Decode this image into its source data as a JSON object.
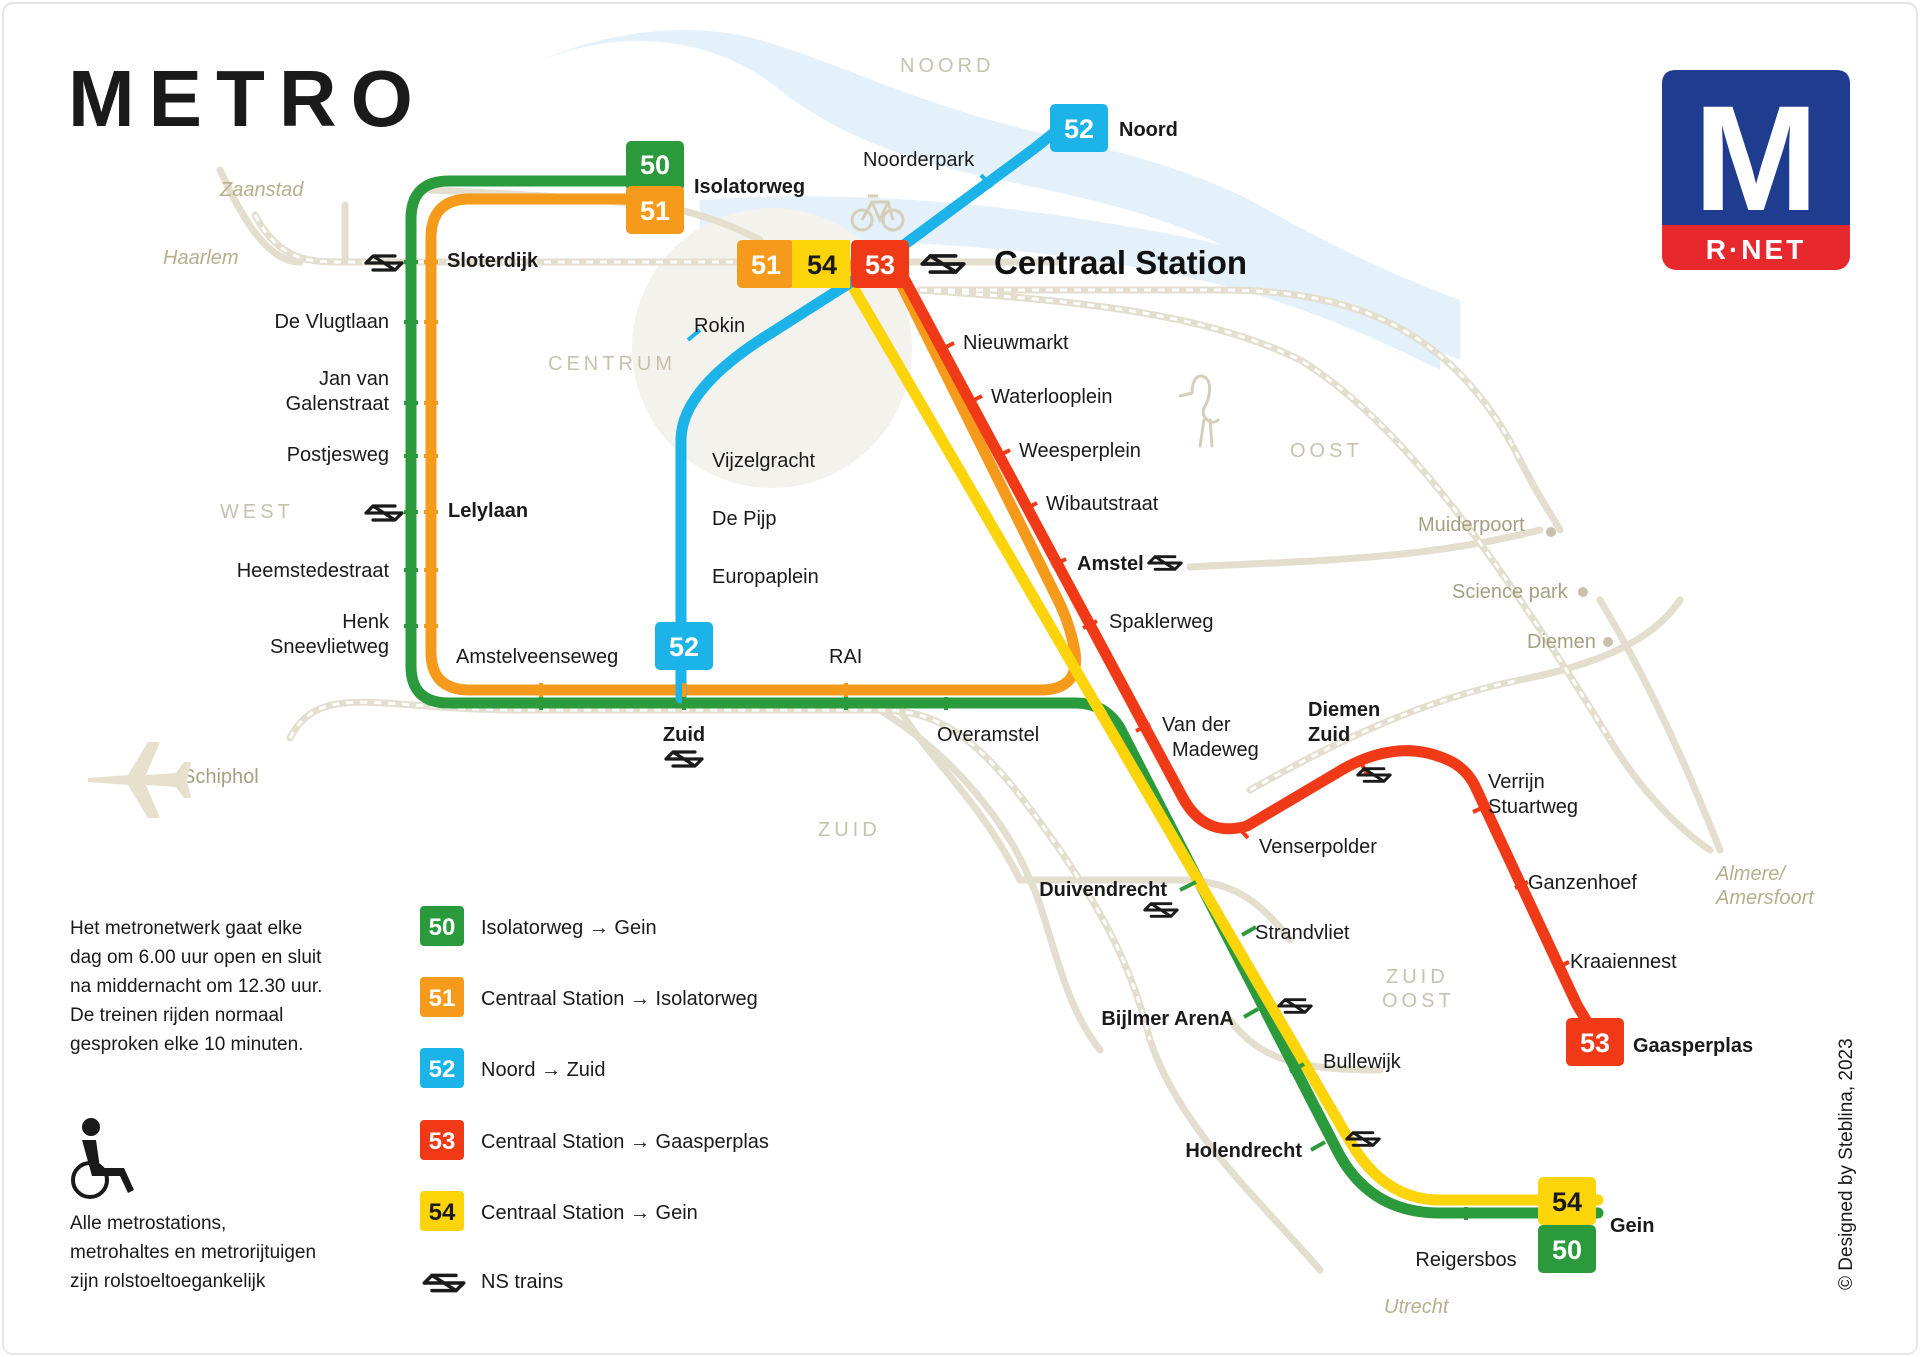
{
  "title": "METRO",
  "brand": {
    "letter": "M",
    "subtitle": "R·NET",
    "colors": {
      "top": "#1f3c8f",
      "bottom": "#e7292e"
    }
  },
  "colors": {
    "line50": "#2b9a3c",
    "line51": "#f59a1b",
    "line52": "#1bb3e8",
    "line53": "#f03a17",
    "line54": "#fbd40a"
  },
  "districts": {
    "noord": "NOORD",
    "west": "WEST",
    "centrum": "CENTRUM",
    "oost": "OOST",
    "zuid": "ZUID",
    "zuidoost_1": "ZUID",
    "zuidoost_2": "OOST"
  },
  "rail_labels": {
    "zaanstad": "Zaanstad",
    "haarlem": "Haarlem",
    "schiphol": "Schiphol",
    "muiderpoort": "Muiderpoort",
    "science_park": "Science park",
    "diemen": "Diemen",
    "almere_1": "Almere/",
    "almere_2": "Amersfoort",
    "utrecht": "Utrecht"
  },
  "stations": {
    "isolatorweg": "Isolatorweg",
    "noord": "Noord",
    "noorderpark": "Noorderpark",
    "centraal": "Centraal Station",
    "sloterdijk": "Sloterdijk",
    "de_vlugtlaan": "De Vlugtlaan",
    "jan_van_1": "Jan van",
    "jan_van_2": "Galenstraat",
    "postjesweg": "Postjesweg",
    "lelylaan": "Lelylaan",
    "heemstedestraat": "Heemstedestraat",
    "henk_1": "Henk",
    "henk_2": "Sneevlietweg",
    "amstelveenseweg": "Amstelveenseweg",
    "rai": "RAI",
    "zuid": "Zuid",
    "overamstel": "Overamstel",
    "rokin": "Rokin",
    "vijzelgracht": "Vijzelgracht",
    "de_pijp": "De Pijp",
    "europaplein": "Europaplein",
    "nieuwmarkt": "Nieuwmarkt",
    "waterlooplein": "Waterlooplein",
    "weesperplein": "Weesperplein",
    "wibautstraat": "Wibautstraat",
    "amstel": "Amstel",
    "spaklerweg": "Spaklerweg",
    "van_der_1": "Van der",
    "van_der_2": "Madeweg",
    "diemen_zuid_1": "Diemen",
    "diemen_zuid_2": "Zuid",
    "venserpolder": "Venserpolder",
    "verrijn_1": "Verrijn",
    "verrijn_2": "Stuartweg",
    "ganzenhoef": "Ganzenhoef",
    "kraaiennest": "Kraaiennest",
    "gaasperplas": "Gaasperplas",
    "duivendrecht": "Duivendrecht",
    "strandvliet": "Strandvliet",
    "bijlmer": "Bijlmer ArenA",
    "bullewijk": "Bullewijk",
    "holendrecht": "Holendrecht",
    "reigersbos": "Reigersbos",
    "gein": "Gein"
  },
  "badges": {
    "b50": "50",
    "b51": "51",
    "b52": "52",
    "b53": "53",
    "b54": "54"
  },
  "legend": [
    {
      "num": "50",
      "text": "Isolatorweg → Gein"
    },
    {
      "num": "51",
      "text": "Centraal Station → Isolatorweg"
    },
    {
      "num": "52",
      "text": "Noord → Zuid"
    },
    {
      "num": "53",
      "text": "Centraal Station → Gaasperplas"
    },
    {
      "num": "54",
      "text": "Centraal Station → Gein"
    }
  ],
  "legend_ns": "NS trains",
  "info_lines": [
    "Het metronetwerk gaat elke",
    "dag om 6.00 uur open en sluit",
    "na middernacht om 12.30 uur.",
    "De treinen rijden normaal",
    "gesproken elke 10 minuten."
  ],
  "access_lines": [
    "Alle metrostations,",
    "metrohaltes en metrorijtuigen",
    "zijn rolstoeltoegankelijk"
  ],
  "credit": "© Designed by Steblina, 2023"
}
